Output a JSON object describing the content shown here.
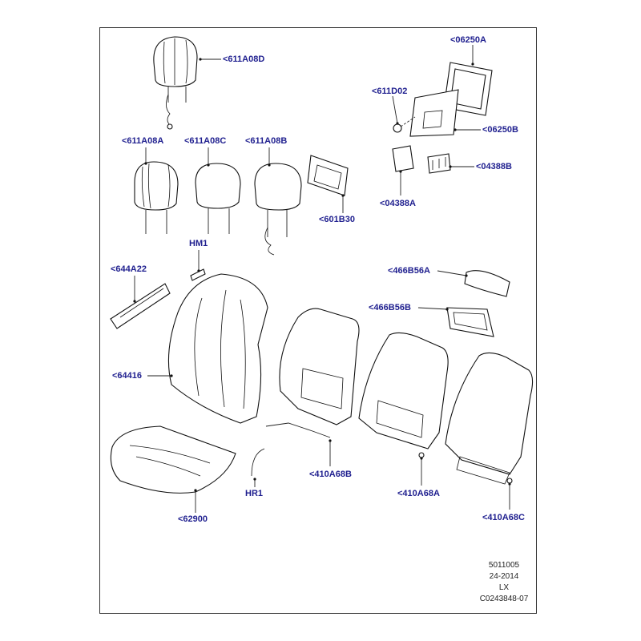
{
  "labels": {
    "p611a08d": "<611A08D",
    "p06250a": "<06250A",
    "p611d02": "<611D02",
    "p06250b": "<06250B",
    "p611a08a": "<611A08A",
    "p611a08c": "<611A08C",
    "p611a08b": "<611A08B",
    "p04388b": "<04388B",
    "p04388a": "<04388A",
    "p601b30": "<601B30",
    "hm1": "HM1",
    "p644a22": "<644A22",
    "p466b56a": "<466B56A",
    "p466b56b": "<466B56B",
    "p64416": "<64416",
    "p410a68b": "<410A68B",
    "p410a68a": "<410A68A",
    "p410a68c": "<410A68C",
    "hr1": "HR1",
    "p62900": "<62900"
  },
  "footer": {
    "line1": "5011005",
    "line2": "24-2014",
    "line3": "LX",
    "line4": "C0243848-07"
  },
  "colors": {
    "label": "#1f1f8f",
    "line": "#222222"
  }
}
